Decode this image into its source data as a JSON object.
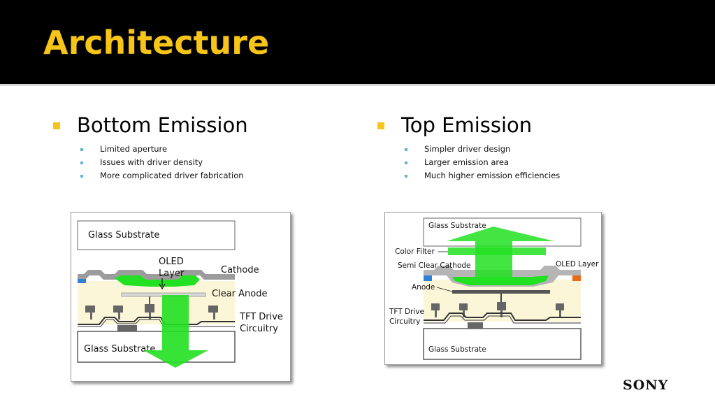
{
  "slide": {
    "title": "Architecture"
  },
  "left": {
    "heading": "Bottom Emission",
    "bullets": [
      "Limited aperture",
      "Issues with driver density",
      "More complicated driver fabrication"
    ],
    "diagram": {
      "glass_top": "Glass Substrate",
      "oled_line1": "OLED",
      "oled_line2": "Layer",
      "cathode": "Cathode",
      "anode": "Clear Anode",
      "tft_line1": "TFT Drive",
      "tft_line2": "Circuitry",
      "glass_bottom": "Glass Substrate"
    }
  },
  "right": {
    "heading": "Top Emission",
    "bullets": [
      "Simpler driver design",
      "Larger emission area",
      "Much higher emission efficiencies"
    ],
    "diagram": {
      "glass_top": "Glass Substrate",
      "color_filter": "Color Filter",
      "cathode": "Semi Clear Cathode",
      "oled": "OLED Layer",
      "anode": "Anode",
      "tft_line1": "TFT Drive",
      "tft_line2": "Circuitry",
      "glass_bottom": "Glass Substrate"
    }
  },
  "logo": "SONY",
  "colors": {
    "title": "#f7c418",
    "bullet_main": "#f7c418",
    "bullet_sub": "#5fb2d8",
    "emission": "#22e022",
    "substrate_yellow": "#fbf6d8"
  }
}
